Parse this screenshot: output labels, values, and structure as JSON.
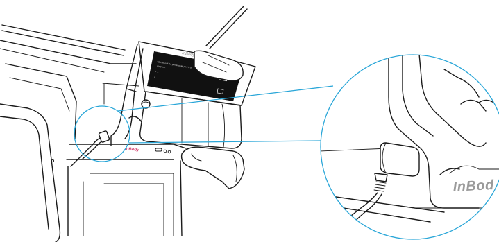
{
  "diagram": {
    "brand_logo_body": "InBody",
    "brand_logo_lid": "InBody",
    "brand_logo_zoom": "InBod",
    "printer_label_lines": [
      "• Do not pull the printer while print is in",
      "  progress.",
      "• ...",
      "• ..."
    ],
    "colors": {
      "callout": "#29a6d8",
      "line": "#1a1a1a",
      "label_panel": "#111111",
      "brand_accent": "#d23a6b",
      "brand_gray": "#9a9a9a"
    },
    "icons": [
      "screwdriver",
      "hand",
      "power-cable",
      "power-jack",
      "magnifier-callout"
    ]
  }
}
